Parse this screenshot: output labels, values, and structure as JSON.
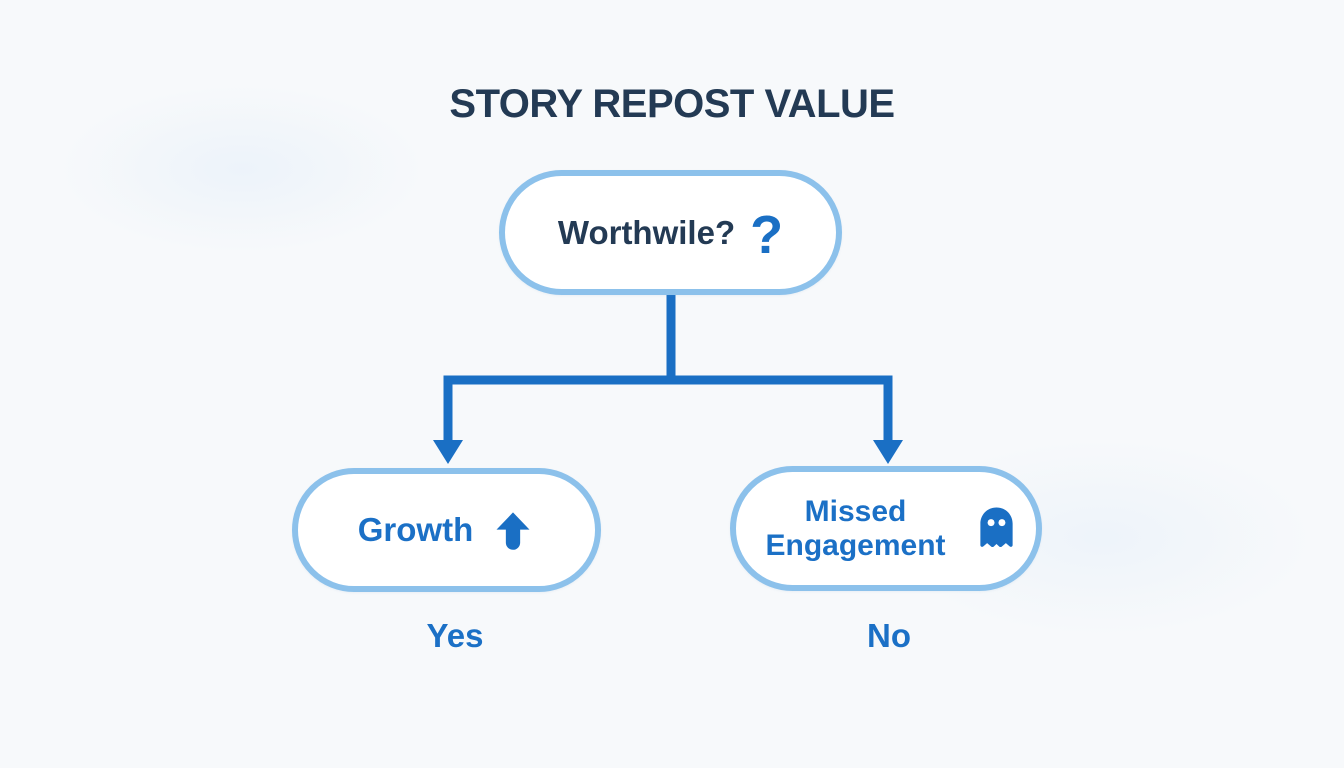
{
  "title": "STORY REPOST VALUE",
  "colors": {
    "accent_blue": "#1A6FC4",
    "border_blue": "#8CC1EB",
    "navy": "#233A54",
    "label_blue": "#1B70C6",
    "bg": "#F7F9FB",
    "node_bg": "#FFFFFF"
  },
  "diagram": {
    "root": {
      "label": "Worthwile?",
      "icon": "question-mark-icon",
      "icon_glyph": "?"
    },
    "branches": [
      {
        "label": "Growth",
        "icon": "arrow-up-icon",
        "answer": "Yes"
      },
      {
        "label": "Missed Engagement",
        "icon": "ghost-icon",
        "answer": "No"
      }
    ]
  }
}
